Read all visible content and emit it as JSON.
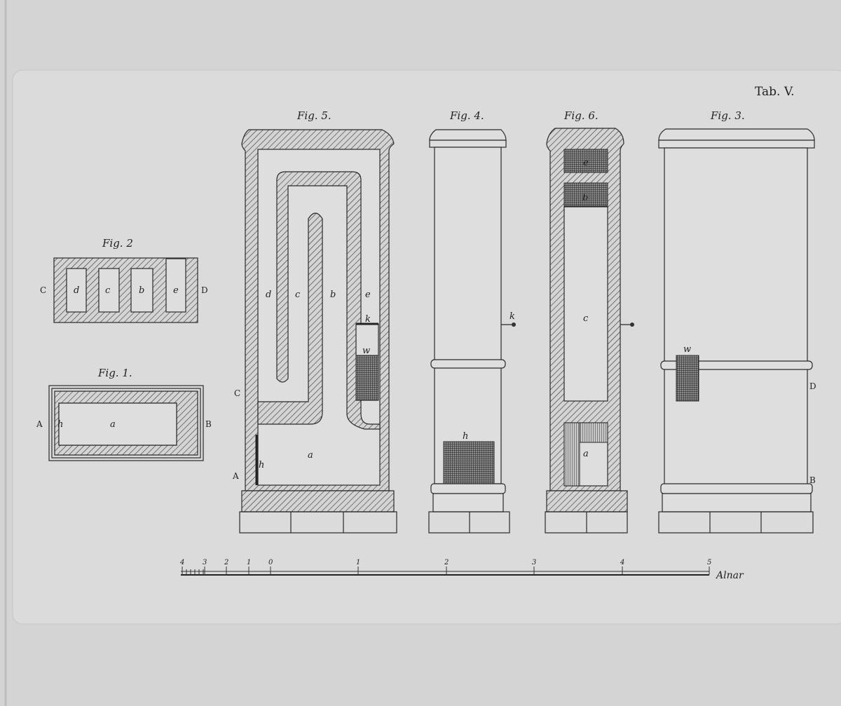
{
  "plate": {
    "title": "Tab. V."
  },
  "figures": {
    "fig1": {
      "caption": "Fig. 1.",
      "labels": {
        "A": "A",
        "B": "B",
        "h": "h",
        "a": "a"
      }
    },
    "fig2": {
      "caption": "Fig. 2",
      "labels": {
        "C": "C",
        "D": "D",
        "d": "d",
        "c": "c",
        "b": "b",
        "e": "e"
      }
    },
    "fig3": {
      "caption": "Fig. 3.",
      "labels": {
        "w": "w",
        "D": "D",
        "B": "B"
      }
    },
    "fig4": {
      "caption": "Fig. 4.",
      "labels": {
        "k": "k",
        "h": "h"
      }
    },
    "fig5": {
      "caption": "Fig. 5.",
      "labels": {
        "d": "d",
        "c": "c",
        "b": "b",
        "e": "e",
        "k": "k",
        "w": "w",
        "a": "a",
        "h": "h",
        "C": "C",
        "A": "A"
      }
    },
    "fig6": {
      "caption": "Fig. 6.",
      "labels": {
        "e": "e",
        "b": "b",
        "c": "c",
        "a": "a"
      }
    }
  },
  "scale": {
    "unit": "Alnar",
    "ticks": [
      "4",
      "3",
      "2",
      "1",
      "0",
      "1",
      "2",
      "3",
      "4",
      "5"
    ]
  }
}
